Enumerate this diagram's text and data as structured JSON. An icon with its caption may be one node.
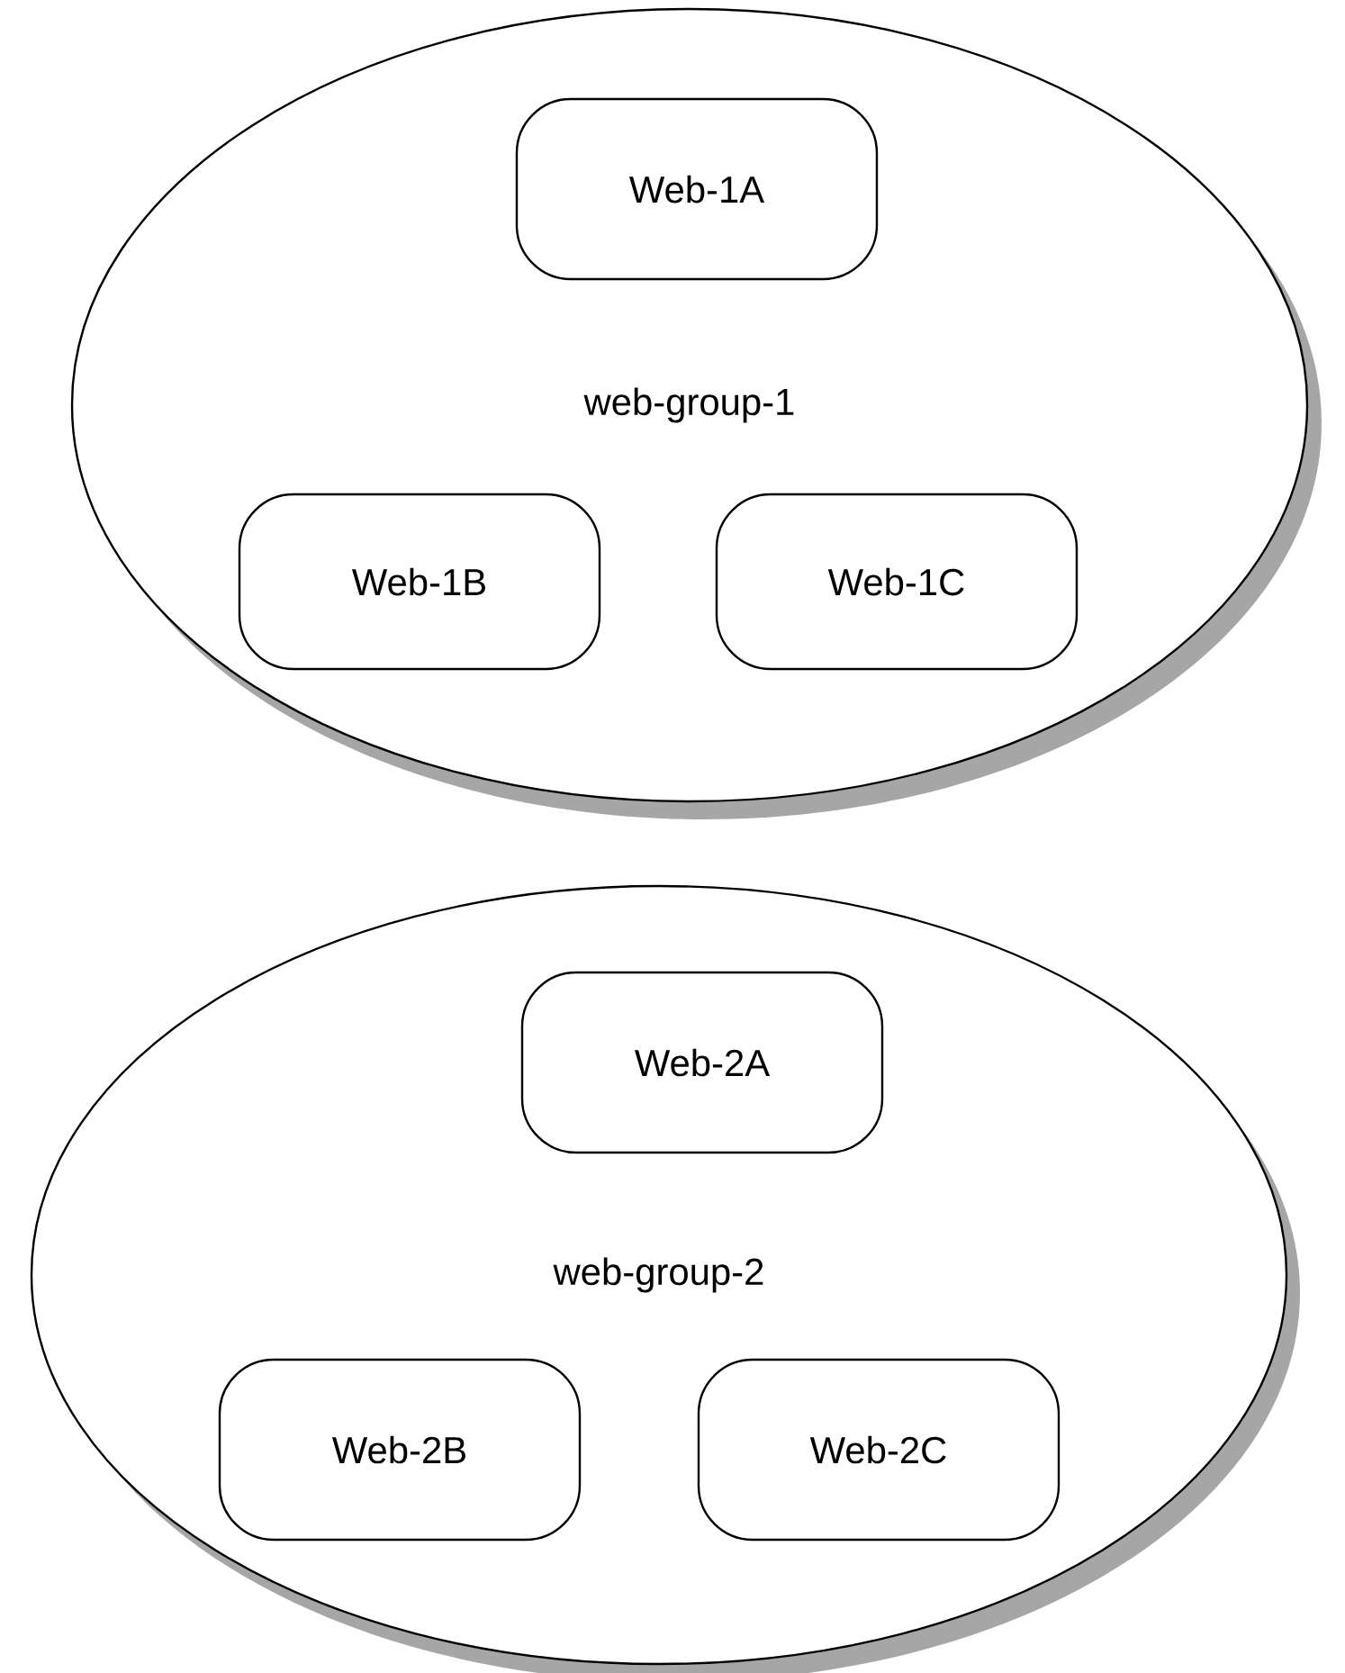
{
  "diagram": {
    "nodes": [
      {
        "text": [
          "web-group-1"
        ]
      },
      {
        "text": [
          "Web-1A"
        ],
        "in": 0
      },
      {
        "text": [
          "Web-1B"
        ],
        "in": 0
      },
      {
        "text": [
          "Web-1C"
        ],
        "in": 0
      },
      {
        "text": [
          "web-group-2"
        ]
      },
      {
        "text": [
          "Web-2A"
        ],
        "in": 4
      },
      {
        "text": [
          "Web-2B"
        ],
        "in": 4
      },
      {
        "text": [
          "Web-2C"
        ],
        "in": 4
      }
    ]
  }
}
